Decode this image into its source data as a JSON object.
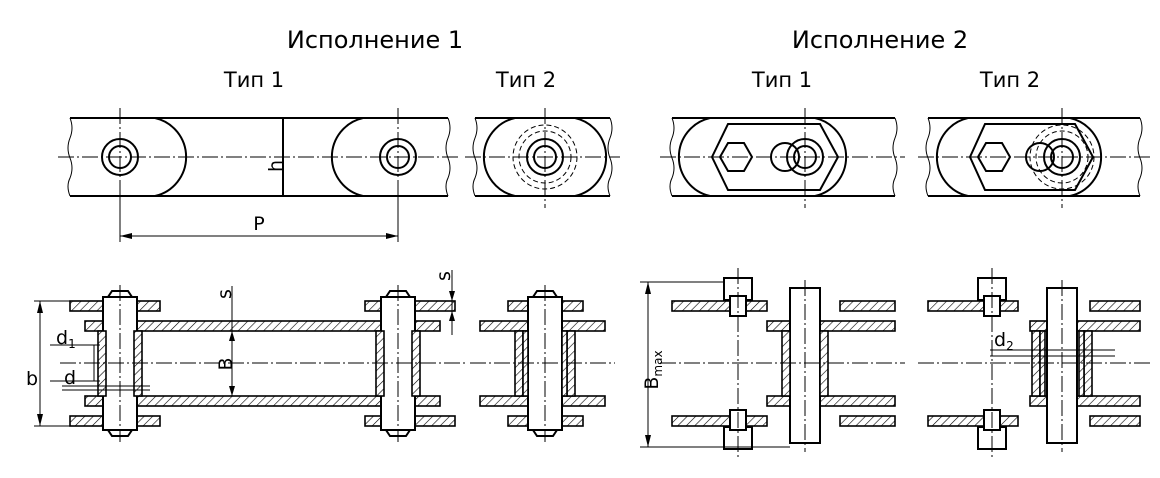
{
  "headings": {
    "variant1": "Исполнение 1",
    "variant2": "Исполнение 2",
    "v1_type1": "Тип 1",
    "v1_type2": "Тип 2",
    "v2_type1": "Тип 1",
    "v2_type2": "Тип 2"
  },
  "dimensions": {
    "pitch": "P",
    "height": "h",
    "plate_thickness": "s",
    "inner_width": "B",
    "outer_width": "b",
    "bushing_diameter": "d",
    "roller_diameter_base": "d",
    "roller_diameter_sub": "1",
    "bolt_diameter_base": "d",
    "bolt_diameter_sub": "2",
    "max_width_base": "B",
    "max_width_sub": "max"
  }
}
